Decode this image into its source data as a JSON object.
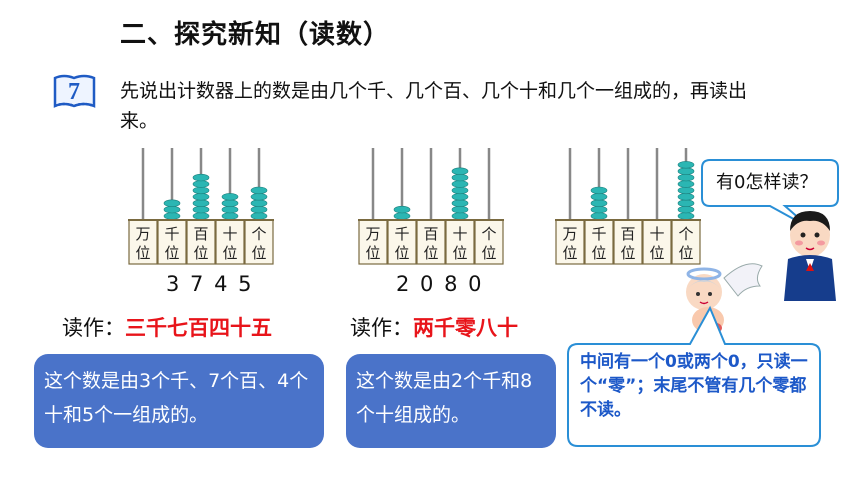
{
  "section_title": "二、探究新知（读数）",
  "example": {
    "number": "7",
    "question": "先说出计数器上的数是由几个千、几个百、几个十和几个一组成的，再读出来。"
  },
  "place_labels": [
    [
      "万",
      "位"
    ],
    [
      "千",
      "位"
    ],
    [
      "百",
      "位"
    ],
    [
      "十",
      "位"
    ],
    [
      "个",
      "位"
    ]
  ],
  "abacuses": [
    {
      "digits": "3 7 4 5",
      "beads": [
        0,
        3,
        7,
        4,
        5
      ],
      "reading_label": "读作：",
      "reading_value": "三千七百四十五",
      "explanation": "这个数是由3个千、7个百、4个十和5个一组成的。"
    },
    {
      "digits": "2 0 8 0",
      "beads": [
        0,
        2,
        0,
        8,
        0
      ],
      "reading_label": "读作：",
      "reading_value": "两千零八十",
      "explanation": "这个数是由2个千和8个十组成的。"
    },
    {
      "digits": "",
      "beads": [
        0,
        5,
        0,
        0,
        9
      ]
    }
  ],
  "question_bubble": "有0怎样读？",
  "rule_bubble": "中间有一个0或两个0，只读一个“零”；末尾不管有几个零都不读。",
  "colors": {
    "bead": "#2bb6b3",
    "accent_red": "#e8141a",
    "box_blue": "#4a73c9",
    "bubble_text_blue": "#1c58c8",
    "badge_blue": "#1f5bc4"
  }
}
